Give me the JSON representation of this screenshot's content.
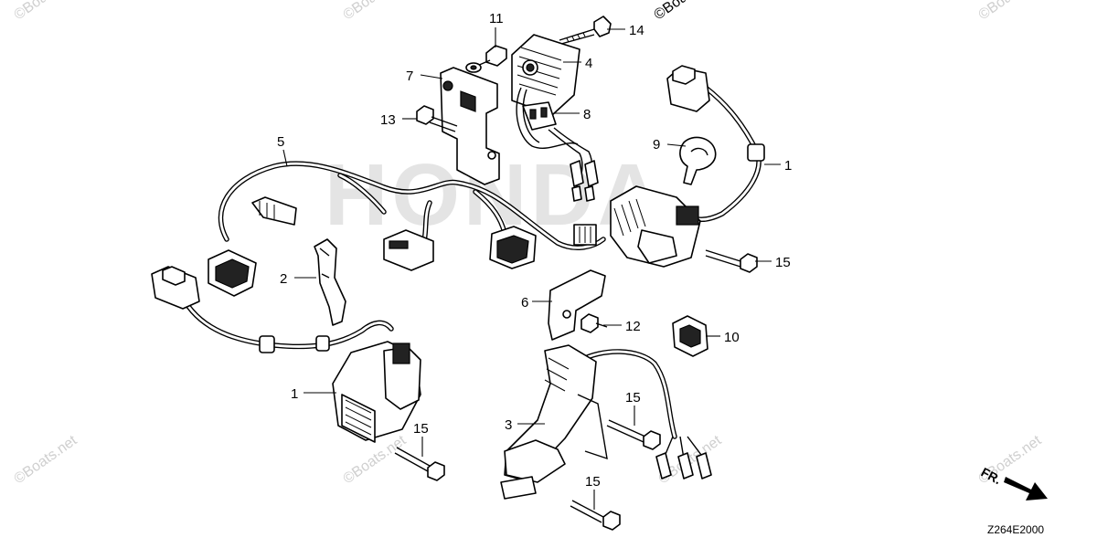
{
  "diagram": {
    "watermark_text": "©Boats.net",
    "brand_watermark": "HONDA",
    "diagram_code": "Z264E2000",
    "front_marker": "FR."
  },
  "callouts": {
    "c11": "11",
    "c14": "14",
    "c4": "4",
    "c7": "7",
    "c8": "8",
    "c13": "13",
    "c9": "9",
    "c1_top": "1",
    "c5": "5",
    "c15_right": "15",
    "c2": "2",
    "c6": "6",
    "c12": "12",
    "c10": "10",
    "c1_bottom": "1",
    "c15_mid": "15",
    "c3": "3",
    "c15_left": "15",
    "c15_bottom": "15"
  }
}
